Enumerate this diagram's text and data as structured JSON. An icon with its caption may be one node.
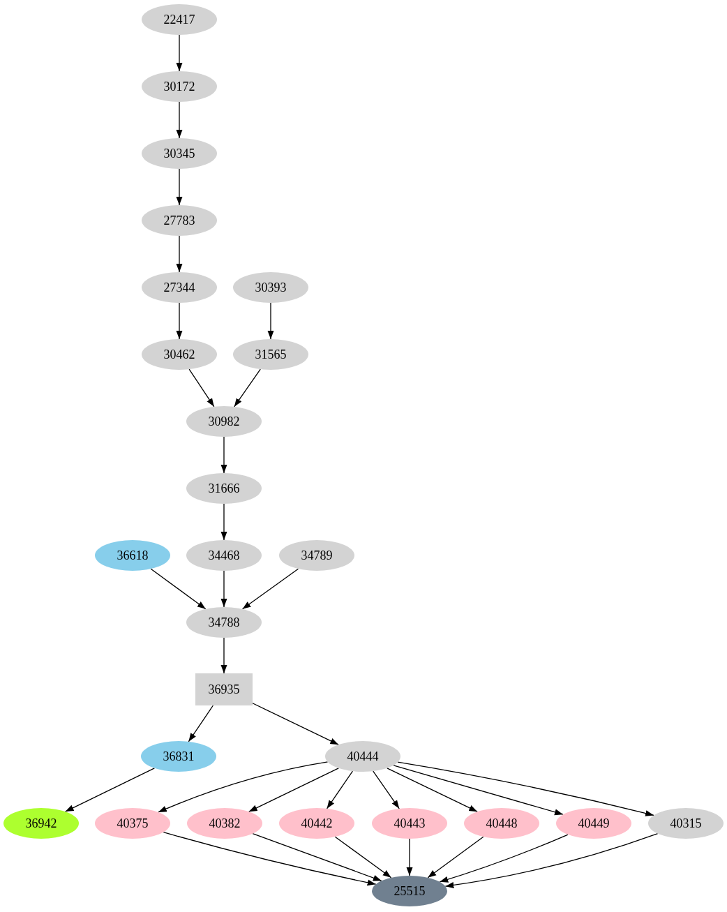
{
  "diagram": {
    "nodes": [
      {
        "text": [
          "22417"
        ]
      },
      {
        "text": [
          "30172"
        ]
      },
      {
        "text": [
          "30345"
        ]
      },
      {
        "text": [
          "27783"
        ]
      },
      {
        "text": [
          "27344"
        ]
      },
      {
        "text": [
          "30393"
        ]
      },
      {
        "text": [
          "30462"
        ]
      },
      {
        "text": [
          "31565"
        ]
      },
      {
        "text": [
          "30982"
        ]
      },
      {
        "text": [
          "31666"
        ]
      },
      {
        "text": [
          "36618"
        ]
      },
      {
        "text": [
          "34468"
        ]
      },
      {
        "text": [
          "34789"
        ]
      },
      {
        "text": [
          "34788"
        ]
      },
      {
        "text": [
          "36935"
        ]
      },
      {
        "text": [
          "36831"
        ]
      },
      {
        "text": [
          "40444"
        ]
      },
      {
        "text": [
          "36942"
        ]
      },
      {
        "text": [
          "40375"
        ]
      },
      {
        "text": [
          "40382"
        ]
      },
      {
        "text": [
          "40442"
        ]
      },
      {
        "text": [
          "40443"
        ]
      },
      {
        "text": [
          "40448"
        ]
      },
      {
        "text": [
          "40449"
        ]
      },
      {
        "text": [
          "40315"
        ]
      },
      {
        "text": [
          "25515"
        ]
      }
    ],
    "edges": [
      {
        "from": 0,
        "to": 1,
        "arrow": "to"
      },
      {
        "from": 1,
        "to": 2,
        "arrow": "to"
      },
      {
        "from": 2,
        "to": 3,
        "arrow": "to"
      },
      {
        "from": 3,
        "to": 4,
        "arrow": "to"
      },
      {
        "from": 4,
        "to": 6,
        "arrow": "to"
      },
      {
        "from": 5,
        "to": 7,
        "arrow": "to"
      },
      {
        "from": 6,
        "to": 8,
        "arrow": "to"
      },
      {
        "from": 7,
        "to": 8,
        "arrow": "to"
      },
      {
        "from": 8,
        "to": 9,
        "arrow": "to"
      },
      {
        "from": 9,
        "to": 11,
        "arrow": "to"
      },
      {
        "from": 10,
        "to": 13,
        "arrow": "to"
      },
      {
        "from": 11,
        "to": 13,
        "arrow": "to"
      },
      {
        "from": 12,
        "to": 13,
        "arrow": "to"
      },
      {
        "from": 13,
        "to": 14,
        "arrow": "to"
      },
      {
        "from": 14,
        "to": 15,
        "arrow": "to"
      },
      {
        "from": 14,
        "to": 16,
        "arrow": "to"
      },
      {
        "from": 15,
        "to": 17,
        "arrow": "to"
      },
      {
        "from": 16,
        "to": 18,
        "arrow": "to"
      },
      {
        "from": 16,
        "to": 19,
        "arrow": "to"
      },
      {
        "from": 16,
        "to": 20,
        "arrow": "to"
      },
      {
        "from": 16,
        "to": 21,
        "arrow": "to"
      },
      {
        "from": 16,
        "to": 22,
        "arrow": "to"
      },
      {
        "from": 16,
        "to": 23,
        "arrow": "to"
      },
      {
        "from": 16,
        "to": 24,
        "arrow": "to"
      },
      {
        "from": 18,
        "to": 25,
        "arrow": "to"
      },
      {
        "from": 19,
        "to": 25,
        "arrow": "to"
      },
      {
        "from": 20,
        "to": 25,
        "arrow": "to"
      },
      {
        "from": 21,
        "to": 25,
        "arrow": "to"
      },
      {
        "from": 22,
        "to": 25,
        "arrow": "to"
      },
      {
        "from": 23,
        "to": 25,
        "arrow": "to"
      },
      {
        "from": 24,
        "to": 25,
        "arrow": "to"
      }
    ]
  }
}
